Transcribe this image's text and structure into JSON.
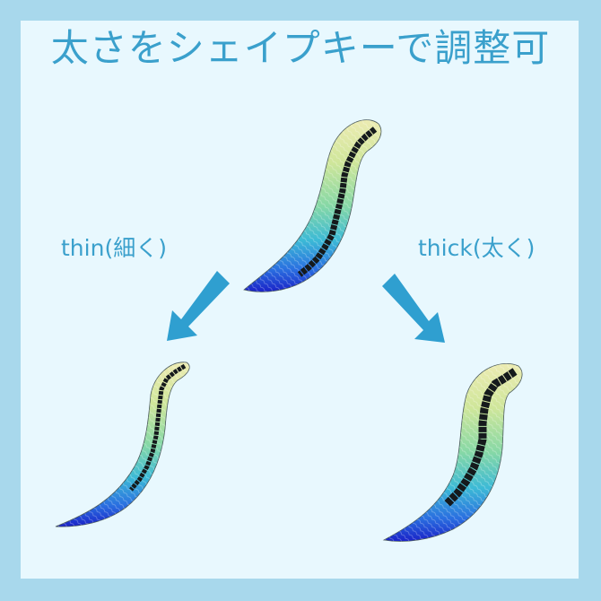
{
  "title": "太さをシェイプキーで調整可",
  "labels": {
    "thin": "thin(細く)",
    "thick": "thick(太く)"
  },
  "colors": {
    "frame": "#a8d8ec",
    "panel": "#e8f8fe",
    "text": "#3aa0cc",
    "arrow": "#2f9fd0",
    "tail_top": "#e6e6a8",
    "tail_mid": "#8fdca0",
    "tail_low": "#3ab8d8",
    "tail_tip": "#1a2ad0",
    "stripe": "#151a1c"
  },
  "items": [
    {
      "name": "original",
      "position": "top-center"
    },
    {
      "name": "thin",
      "position": "bottom-left"
    },
    {
      "name": "thick",
      "position": "bottom-right"
    }
  ]
}
